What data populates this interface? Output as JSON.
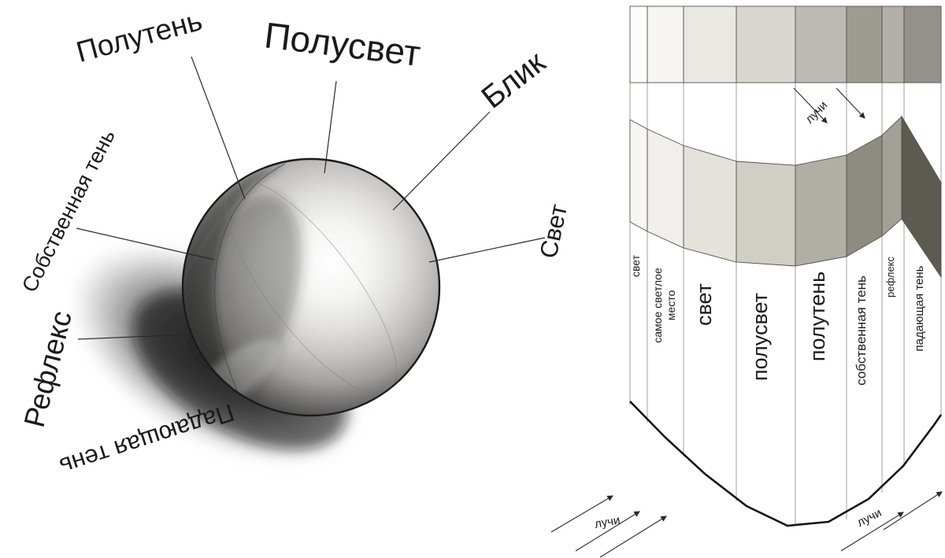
{
  "sphere_diagram": {
    "labels": {
      "penumbra": "Полутень",
      "halflight": "Полусвет",
      "highlight": "Блик",
      "light": "Свет",
      "form_shadow": "Собственная тень",
      "reflex": "Рефлекс",
      "cast_shadow": "Падающая тень"
    }
  },
  "tone_scale_diagram": {
    "zones": [
      {
        "label": "свет"
      },
      {
        "label": "самое светлое место",
        "line1": "самое светлое",
        "line2": "место"
      },
      {
        "label": "свет"
      },
      {
        "label": "полусвет"
      },
      {
        "label": "полутень"
      },
      {
        "label": "собственная тень"
      },
      {
        "label": "рефлекс"
      },
      {
        "label": "падающая тень"
      }
    ],
    "rays_label": "лучи",
    "strip_tones": [
      "#fcfcfb",
      "#f6f5f2",
      "#eae8e3",
      "#d9d6cf",
      "#bdbab3",
      "#9e9b93",
      "#b3b0a9",
      "#94918a"
    ],
    "band_tones": [
      "#f7f6f3",
      "#f1efeb",
      "#e5e2dc",
      "#d1cec6",
      "#b1aea6",
      "#8e8b82",
      "#a3a098",
      "#5d5a52"
    ]
  }
}
